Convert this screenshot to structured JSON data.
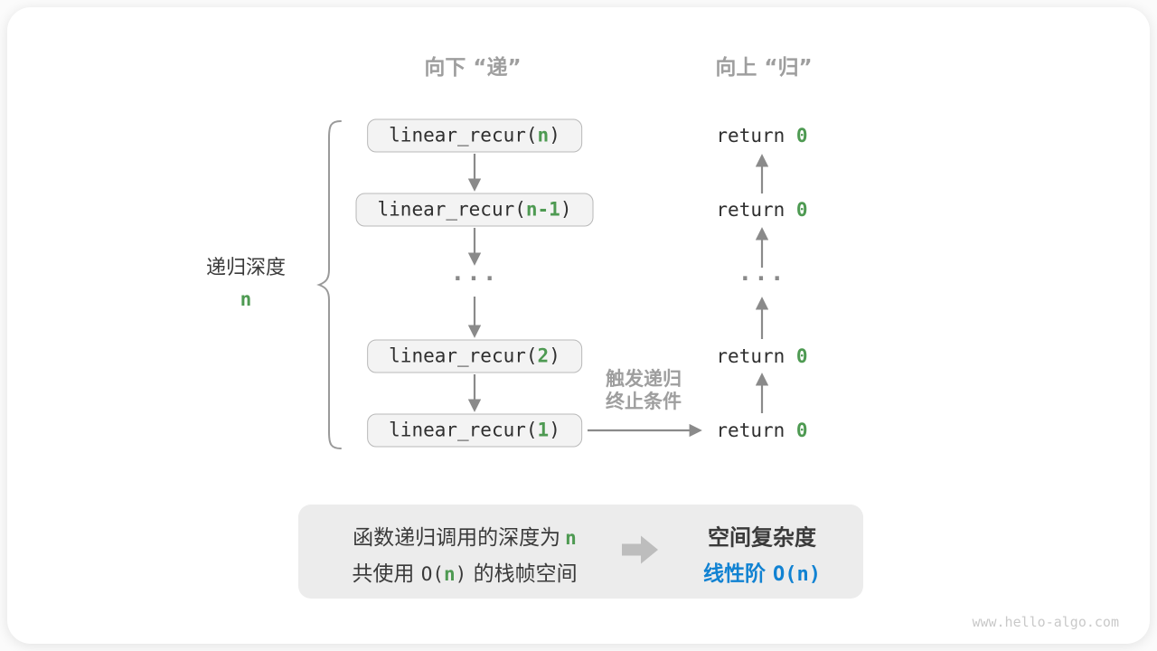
{
  "headers": {
    "descend": "向下 “递”",
    "ascend": "向上 “归”"
  },
  "depth_label": {
    "text": "递归深度",
    "value": "n"
  },
  "stack": {
    "calls": [
      {
        "pre": "linear_recur(",
        "arg": "n",
        "post": ")"
      },
      {
        "pre": "linear_recur(",
        "arg": "n-1",
        "post": ")"
      },
      {
        "pre": "linear_recur(",
        "arg": "2",
        "post": ")"
      },
      {
        "pre": "linear_recur(",
        "arg": "1",
        "post": ")"
      }
    ],
    "returns": [
      {
        "pre": "return ",
        "val": "0"
      },
      {
        "pre": "return ",
        "val": "0"
      },
      {
        "pre": "return ",
        "val": "0"
      },
      {
        "pre": "return ",
        "val": "0"
      }
    ],
    "ellipsis": "..."
  },
  "trigger_note": {
    "line1": "触发递归",
    "line2": "终止条件"
  },
  "summary": {
    "left_line1_text": "函数递归调用的深度为",
    "left_line1_arg": "n",
    "left_line2_pre": "共使用 ",
    "left_line2_code_open": "O(",
    "left_line2_arg": "n",
    "left_line2_code_close": ")",
    "left_line2_post": " 的栈帧空间",
    "right_title": "空间复杂度",
    "right_value_label": "线性阶 ",
    "right_value_code": "O(n)"
  },
  "watermark": "www.hello-algo.com",
  "colors": {
    "accent_green": "#4e9a52",
    "accent_blue": "#1182d2",
    "label_gray": "#9e9e9e",
    "arrow_gray": "#8a8a8a",
    "box_fill": "#f3f3f3",
    "box_border": "#b8b8b8",
    "summary_bg": "#ececec"
  }
}
